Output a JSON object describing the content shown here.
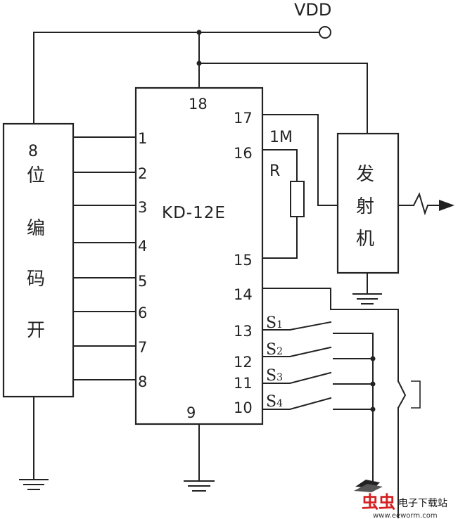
{
  "supply": {
    "label": "VDD"
  },
  "encoder_switch": {
    "label_chars": [
      "8",
      "位",
      "编",
      "码",
      "开"
    ]
  },
  "chip": {
    "label": "KD-12E",
    "left_pins": [
      "1",
      "2",
      "3",
      "4",
      "5",
      "6",
      "7",
      "8"
    ],
    "top_pin": "18",
    "bottom_pin": "9",
    "right_pins": [
      "17",
      "16",
      "15",
      "14",
      "13",
      "12",
      "11",
      "10"
    ]
  },
  "resistor": {
    "value": "1M",
    "name": "R"
  },
  "transmitter": {
    "label_chars": [
      "发",
      "射",
      "机"
    ]
  },
  "switches": [
    {
      "letter": "S",
      "index": "1"
    },
    {
      "letter": "S",
      "index": "2"
    },
    {
      "letter": "S",
      "index": "3"
    },
    {
      "letter": "S",
      "index": "4"
    }
  ],
  "watermark": {
    "text": "电子下载站",
    "url": "www.eeworm.com"
  }
}
